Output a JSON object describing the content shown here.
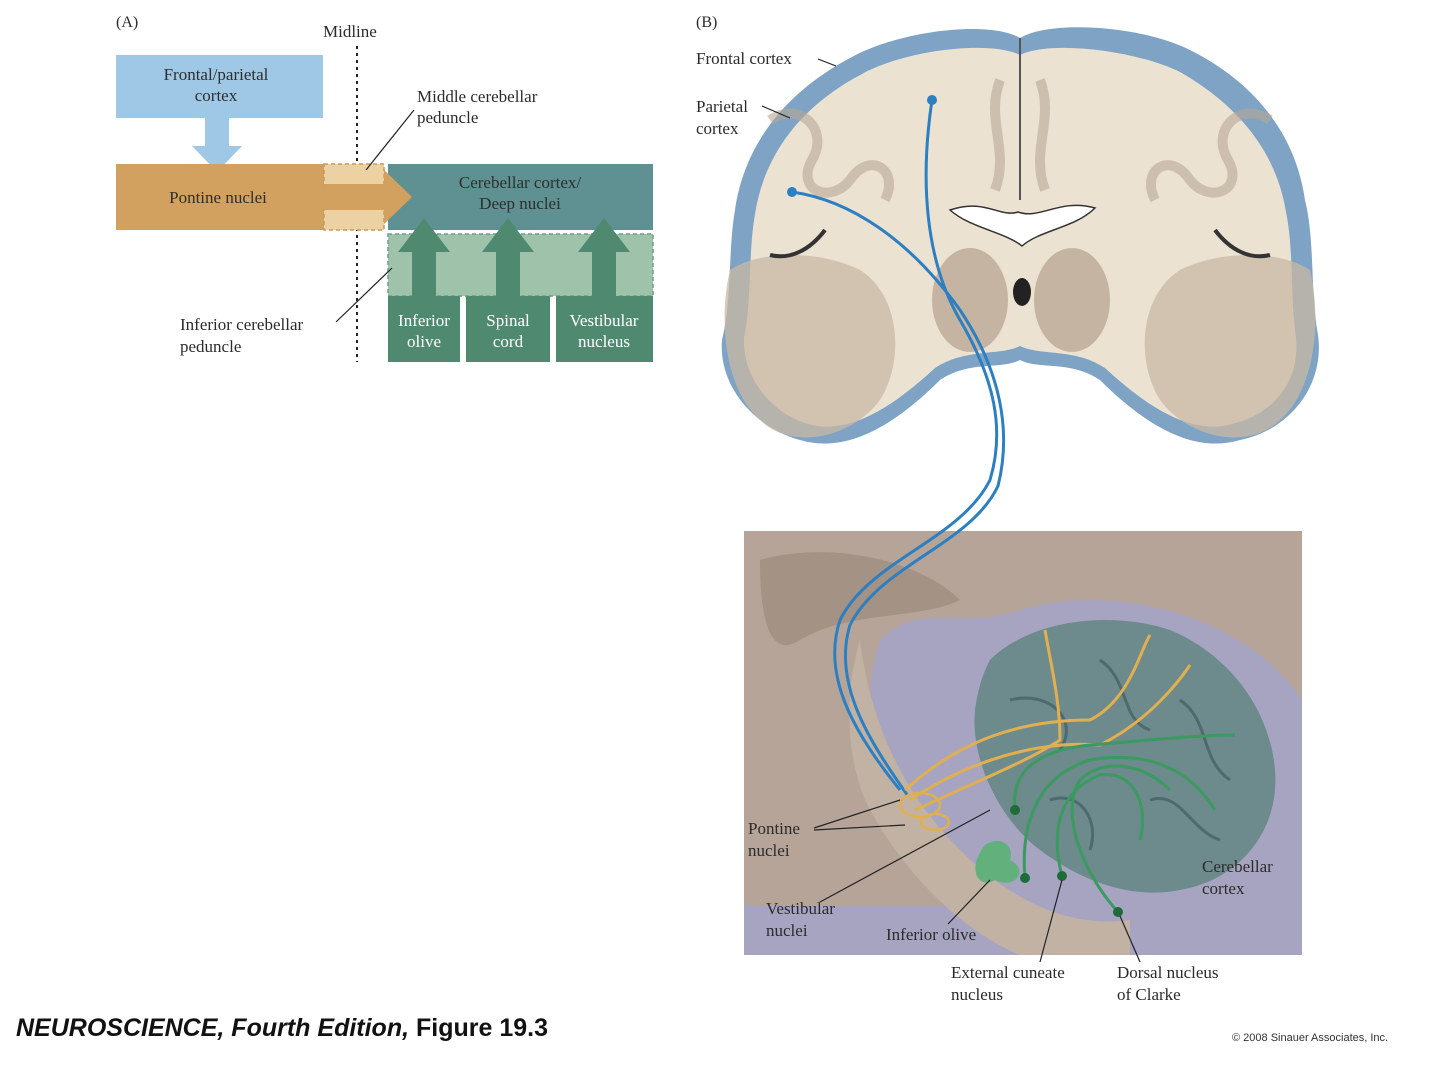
{
  "panel_a": {
    "panel_label": "(A)",
    "midline": "Midline",
    "frontal_parietal": [
      "Frontal/parietal",
      "cortex"
    ],
    "pontine": "Pontine nuclei",
    "cerebellar_box": [
      "Cerebellar cortex/",
      "Deep nuclei"
    ],
    "middle_peduncle": [
      "Middle cerebellar",
      "peduncle"
    ],
    "inferior_peduncle": [
      "Inferior cerebellar",
      "peduncle"
    ],
    "inputs": [
      {
        "lines": [
          "Inferior",
          "olive"
        ]
      },
      {
        "lines": [
          "Spinal",
          "cord"
        ]
      },
      {
        "lines": [
          "Vestibular",
          "nucleus"
        ]
      }
    ]
  },
  "panel_b": {
    "panel_label": "(B)",
    "frontal_cortex": "Frontal cortex",
    "parietal_cortex": [
      "Parietal",
      "cortex"
    ],
    "pontine_nuclei": [
      "Pontine",
      "nuclei"
    ],
    "vestibular_nuclei": [
      "Vestibular",
      "nuclei"
    ],
    "inferior_olive": "Inferior olive",
    "external_cuneate": [
      "External cuneate",
      "nucleus"
    ],
    "dorsal_clarke": [
      "Dorsal nucleus",
      "of Clarke"
    ],
    "cerebellar_cortex": [
      "Cerebellar",
      "cortex"
    ]
  },
  "caption": {
    "title": "NEUROSCIENCE, Fourth Edition,",
    "figure": "Figure 19.3"
  },
  "copyright": "© 2008 Sinauer Associates, Inc.",
  "colors": {
    "cortex_box": "#9fc8e6",
    "pontine_box": "#d3a15f",
    "cerebellar_box": "#5f9192",
    "input_box": "#4f8a70",
    "peduncle_fill": "#9fc2ab",
    "brain_tissue": "#ece2d2",
    "cortex_blue": "#7ea3c4",
    "brainstem": "#b7a89a",
    "cerebellum": "#6d8a8d",
    "fiber_blue": "#2c7fc0",
    "fiber_gold": "#e0b050",
    "fiber_green": "#3a9a60"
  }
}
